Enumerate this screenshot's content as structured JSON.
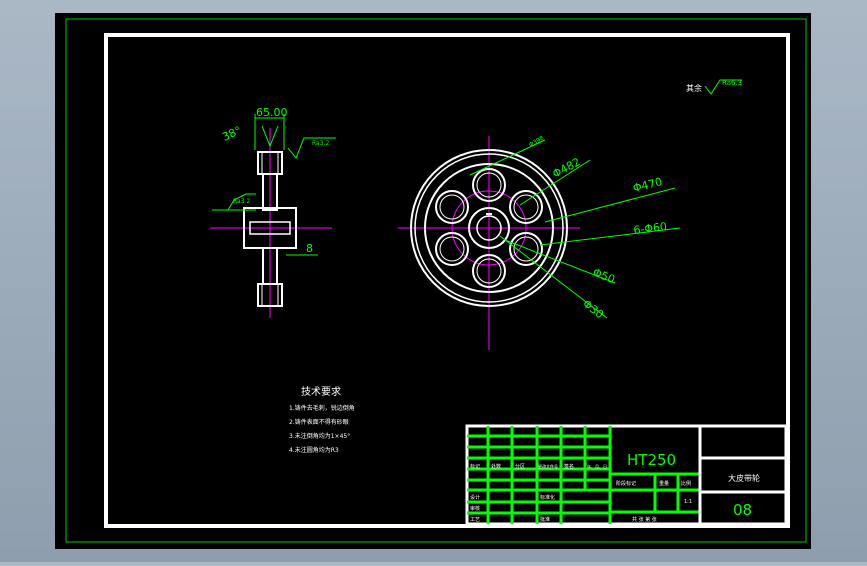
{
  "colors": {
    "background": "#000000",
    "frame": "#ffffff",
    "outline": "#00c800",
    "geometry": "#ffffff",
    "dimension": "#00ff00",
    "centerline": "#ff00ff"
  },
  "drawing": {
    "roughness_note": {
      "label": "其余",
      "value": "Ra6.3"
    },
    "side_view": {
      "chamfer_angle": "38°",
      "width_dim": "65.00",
      "surface_rim": "Ra3.2",
      "surface_hub": "Ra3.2",
      "keyway_dim": "8"
    },
    "front_view": {
      "dims": [
        "Φ482",
        "Φ470",
        "6-Φ60",
        "Φ50",
        "Φ30"
      ],
      "small_dim": "Φ398"
    },
    "tech_requirements": {
      "title": "技术要求",
      "items": [
        "1.铸件去毛刺，锐边倒角",
        "2.铸件表面不得有砂眼",
        "3.未注倒角均为1×45°",
        "4.未注圆角均为R3"
      ]
    },
    "title_block": {
      "material": "HT250",
      "part_name": "大皮带轮",
      "drawing_number": "08",
      "header_row": [
        "标记",
        "处数",
        "分区",
        "更改文件号",
        "签名",
        "年、月、日"
      ],
      "role_labels": [
        "设计",
        "审核",
        "工艺",
        "批准"
      ],
      "mid_labels": [
        "标准化"
      ],
      "stage_labels": [
        "阶段标记",
        "重量",
        "比例"
      ],
      "scale": "1:1",
      "sheet_info": "共 张  第 张"
    }
  }
}
